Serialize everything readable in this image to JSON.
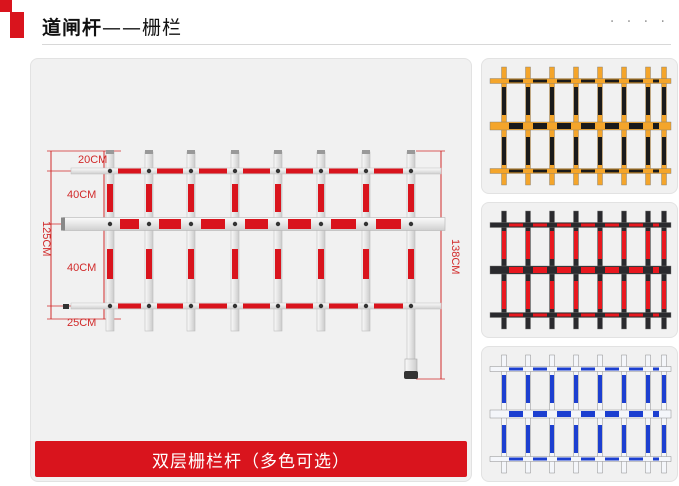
{
  "header": {
    "title_main": "道闸杆",
    "title_sub": "——栅栏",
    "more_label": "· · · ·"
  },
  "main_image": {
    "dimensions": {
      "top_gap": "20CM",
      "upper_gap": "40CM",
      "total_left": "125CM",
      "lower_gap": "40CM",
      "bottom_gap": "25CM",
      "total_right": "138CM"
    },
    "caption": "双层栅栏杆（多色可选）"
  },
  "variants": [
    {
      "name": "yellow-fence",
      "bar_color": "#f4a52b",
      "stripe_color": "#1a1a1a"
    },
    {
      "name": "black-fence",
      "bar_color": "#2a2a2e",
      "stripe_color": "#e8181f"
    },
    {
      "name": "blue-fence",
      "bar_color": "#f4f6fa",
      "stripe_color": "#1c3fd0"
    }
  ],
  "colors": {
    "accent": "#d9141d",
    "dim": "#d12a2a"
  }
}
